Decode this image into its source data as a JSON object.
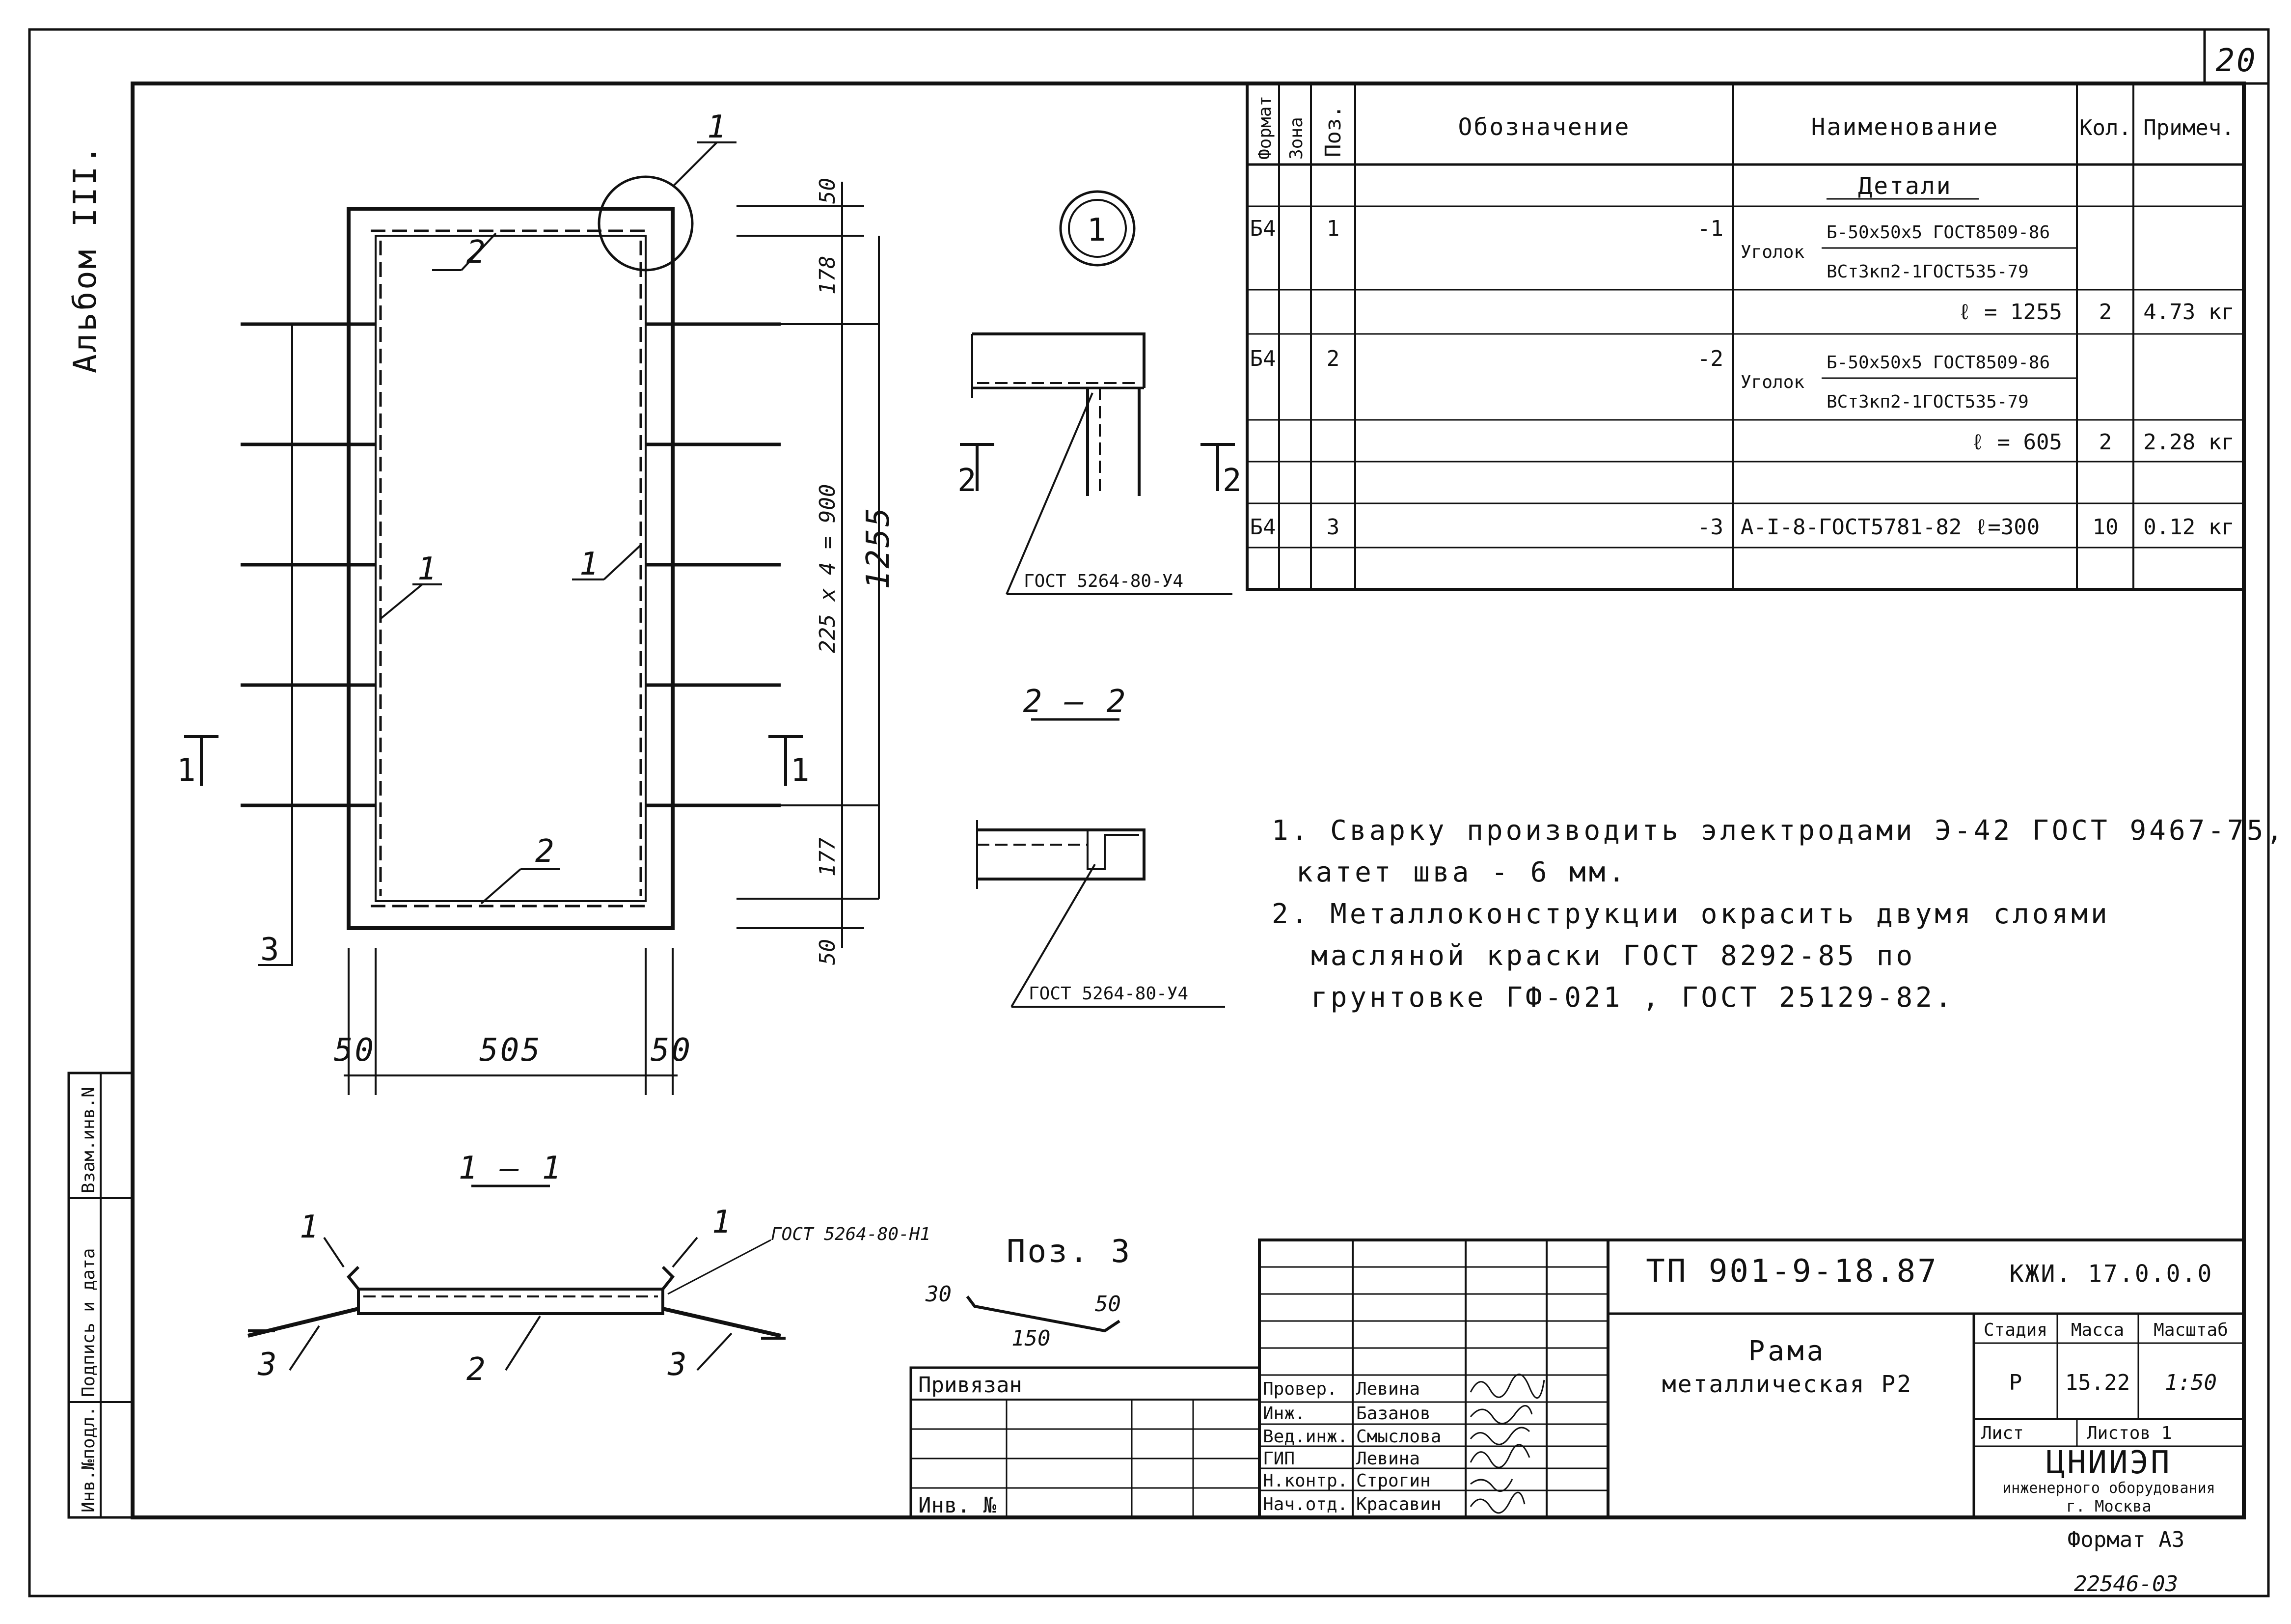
{
  "sheet": {
    "page_number": "20",
    "album": "Альбом III.",
    "format": "Формат А3",
    "archive_number": "22546-03"
  },
  "margin_labels": [
    "Инв.№подл.",
    "Подпись и дата",
    "Взам.инв.N"
  ],
  "spec_table": {
    "headers": [
      "Формат",
      "Зона",
      "Поз.",
      "Обозначение",
      "Наименование",
      "Кол.",
      "Примеч."
    ],
    "section_title": "Детали",
    "rows": [
      {
        "format": "Б4",
        "pos": "1",
        "designation": "-1",
        "name_type": "Уголок",
        "name_top": "Б-50х50х5 ГОСТ8509-86",
        "name_bottom": "ВСт3кп2-1ГОСТ535-79",
        "length": "ℓ = 1255",
        "qty": "2",
        "note": "4.73 кг"
      },
      {
        "format": "Б4",
        "pos": "2",
        "designation": "-2",
        "name_type": "Уголок",
        "name_top": "Б-50х50х5 ГОСТ8509-86",
        "name_bottom": "ВСт3кп2-1ГОСТ535-79",
        "length": "ℓ = 605",
        "qty": "2",
        "note": "2.28 кг"
      },
      {
        "format": "Б4",
        "pos": "3",
        "designation": "-3",
        "name_full": "А-I-8-ГОСТ5781-82 ℓ=300",
        "qty": "10",
        "note": "0.12 кг"
      }
    ]
  },
  "drawing": {
    "frame_dims": {
      "top": "50",
      "upper": "178",
      "middle": "225 x 4 = 900",
      "total": "1255",
      "lower": "177",
      "bottom": "50",
      "width": "505",
      "left": "50",
      "right": "50"
    },
    "callouts": {
      "one": "1",
      "two": "2",
      "three": "3"
    },
    "detail_marker": "1",
    "section_1_1": "1 — 1",
    "section_2_2": "2 — 2",
    "cut_labels": {
      "left": "1",
      "right": "1",
      "left2": "2",
      "right2": "2"
    },
    "weld_ref_1": "ГОСТ 5264-80-У4",
    "weld_ref_2": "ГОСТ 5264-80-У4",
    "weld_ref_3": "ГОСТ 5264-80-Н1",
    "pos3": {
      "title": "Поз. 3",
      "a": "30",
      "b": "150",
      "c": "50"
    }
  },
  "notes": [
    "1. Сварку производить электродами Э-42 ГОСТ 9467-75,",
    "катет шва - 6 мм.",
    "2. Металлоконструкции окрасить двумя слоями",
    "масляной краски ГОСТ 8292-85 по",
    "грунтовке ГФ-021 , ГОСТ 25129-82."
  ],
  "title_block": {
    "privyazan": "Привязан",
    "inv": "Инв. №",
    "designation": "ТП 901-9-18.87",
    "code": "КЖИ. 17.0.0.0",
    "title_1": "Рама",
    "title_2": "металлическая Р2",
    "stage_h": "Стадия",
    "mass_h": "Масса",
    "scale_h": "Масштаб",
    "stage": "Р",
    "mass": "15.22",
    "scale": "1:50",
    "sheet_h": "Лист",
    "sheets_h": "Листов 1",
    "org_1": "ЦНИИЭП",
    "org_2": "инженерного оборудования",
    "org_3": "г. Москва",
    "staff": [
      {
        "role": "Провер.",
        "name": "Левина"
      },
      {
        "role": "Инж.",
        "name": "Базанов"
      },
      {
        "role": "Вед.инж.",
        "name": "Смыслова"
      },
      {
        "role": "ГИП",
        "name": "Левина"
      },
      {
        "role": "Н.контр.",
        "name": "Строгин"
      },
      {
        "role": "Нач.отд.",
        "name": "Красавин"
      }
    ]
  }
}
